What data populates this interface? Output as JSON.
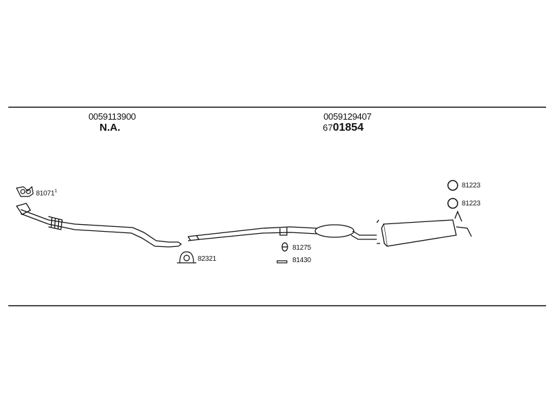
{
  "sections": [
    {
      "oe_number": "0059113900",
      "part_number": "N.A."
    },
    {
      "oe_number": "0059129407",
      "part_number_prefix": "67",
      "part_number_main": "01854"
    }
  ],
  "parts": {
    "gasket_front": {
      "number": "81071",
      "note": "1"
    },
    "clamp": {
      "number": "82321"
    },
    "hanger": {
      "number": "81275"
    },
    "strap": {
      "number": "81430"
    },
    "ring_1": {
      "number": "81223"
    },
    "ring_2": {
      "number": "81223"
    }
  },
  "colors": {
    "ink": "#111111",
    "background": "#ffffff"
  }
}
